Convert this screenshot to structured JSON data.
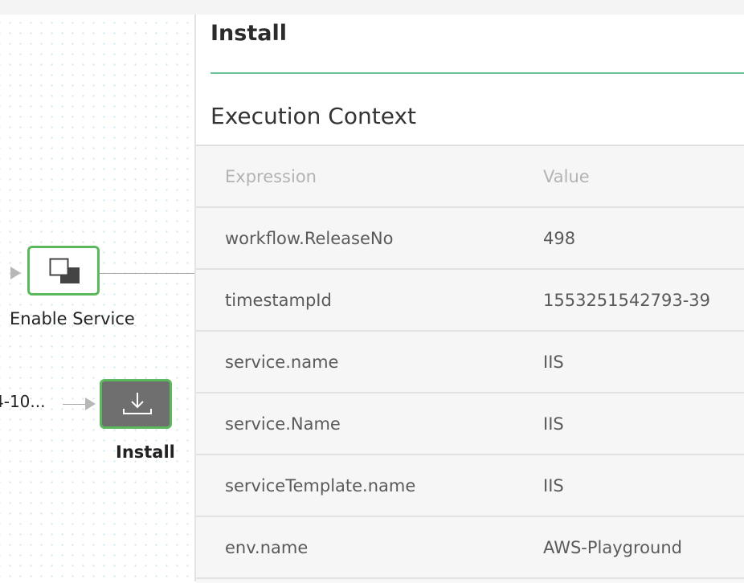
{
  "workflow": {
    "nodes": [
      {
        "label": "Enable Service",
        "icon": "copy-icon"
      },
      {
        "label": "Install",
        "icon": "download-icon"
      }
    ],
    "truncated_label": "4-10..."
  },
  "panel": {
    "title": "Install",
    "section_title": "Execution Context",
    "table": {
      "headers": [
        "Expression",
        "Value"
      ],
      "rows": [
        [
          "workflow.ReleaseNo",
          "498"
        ],
        [
          "timestampId",
          "1553251542793-39"
        ],
        [
          "service.name",
          "IIS"
        ],
        [
          "service.Name",
          "IIS"
        ],
        [
          "serviceTemplate.name",
          "IIS"
        ],
        [
          "env.name",
          "AWS-Playground"
        ]
      ]
    }
  },
  "colors": {
    "node_border": "#5cb85c",
    "accent_rule": "#6cc39a",
    "install_node_fill": "#6f6f6f"
  }
}
